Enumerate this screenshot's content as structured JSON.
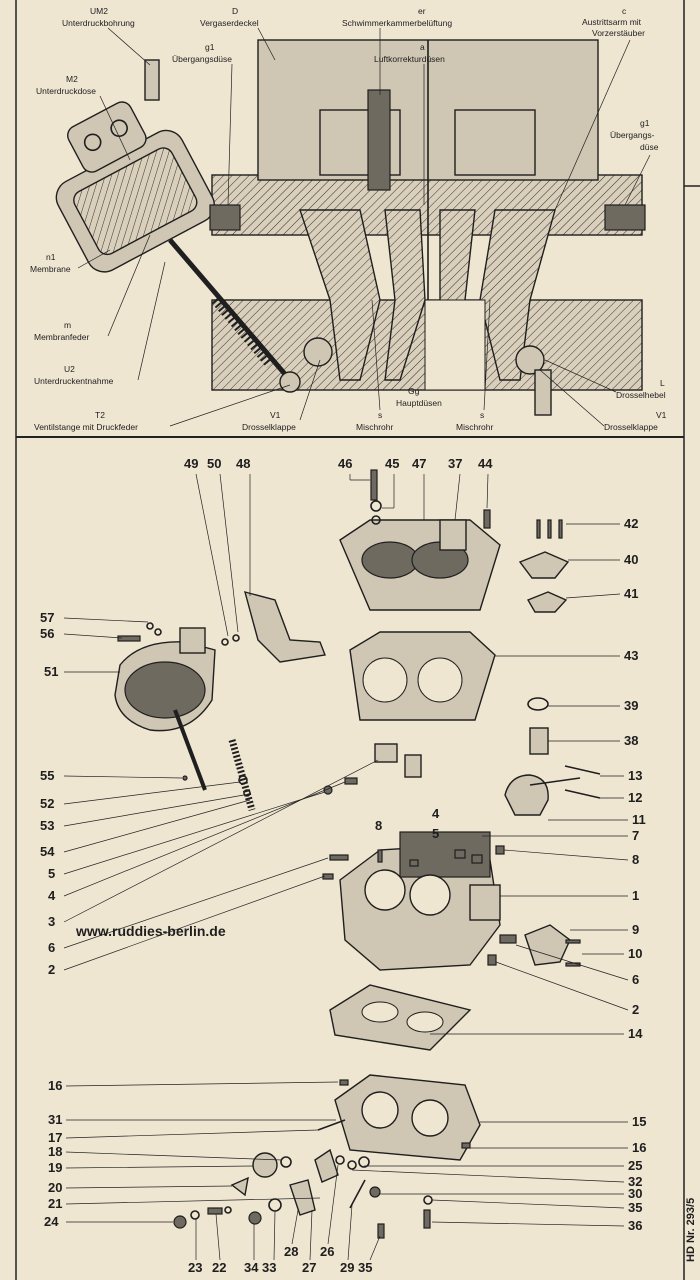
{
  "section_labels": [
    {
      "code": "UM2",
      "text": "Unterdruckbohrung"
    },
    {
      "code": "D",
      "text": "Vergaserdeckel"
    },
    {
      "code": "er",
      "text": "Schwimmerkammerbelüftung"
    },
    {
      "code": "c",
      "text": "Austrittsarm mit",
      "text2": "Vorzerstäuber"
    },
    {
      "code": "g1",
      "text": "Übergangsdüse"
    },
    {
      "code": "a",
      "text": "Luftkorrekturdüsen"
    },
    {
      "code": "M2",
      "text": "Unterdruckdose"
    },
    {
      "code": "g1",
      "text": "Übergangs-",
      "text2": "düse"
    },
    {
      "code": "n1",
      "text": "Membrane"
    },
    {
      "code": "m",
      "text": "Membranfeder"
    },
    {
      "code": "U2",
      "text": "Unterdruckentnahme"
    },
    {
      "code": "T2",
      "text": "Ventilstange mit Druckfeder"
    },
    {
      "code": "V1",
      "text": "Drosselklappe"
    },
    {
      "code": "s",
      "text": "Mischrohr"
    },
    {
      "code": "Gg",
      "text": "Hauptdüsen"
    },
    {
      "code": "s",
      "text": "Mischrohr"
    },
    {
      "code": "L",
      "text": "Drosselhebel"
    },
    {
      "code": "V1",
      "text": "Drosselklappe"
    }
  ],
  "part_numbers": {
    "top": [
      "49",
      "50",
      "48",
      "46",
      "45",
      "47",
      "37",
      "44"
    ],
    "left": [
      "57",
      "56",
      "51",
      "55",
      "52",
      "53",
      "54",
      "5",
      "4",
      "3",
      "6",
      "2"
    ],
    "right": [
      "42",
      "40",
      "41",
      "43",
      "39",
      "38",
      "13",
      "12",
      "11",
      "4",
      "5",
      "8",
      "7",
      "8",
      "1",
      "9",
      "10",
      "6",
      "2",
      "14"
    ],
    "lower_left": [
      "16",
      "31",
      "17",
      "18",
      "19",
      "20",
      "21",
      "24"
    ],
    "lower_right": [
      "15",
      "16",
      "25",
      "32",
      "30",
      "35",
      "36"
    ],
    "bottom": [
      "23",
      "22",
      "34",
      "33",
      "28",
      "27",
      "26",
      "29",
      "35"
    ]
  },
  "website": "www.ruddies-berlin.de",
  "side_code": "HD Nr. 293/5"
}
